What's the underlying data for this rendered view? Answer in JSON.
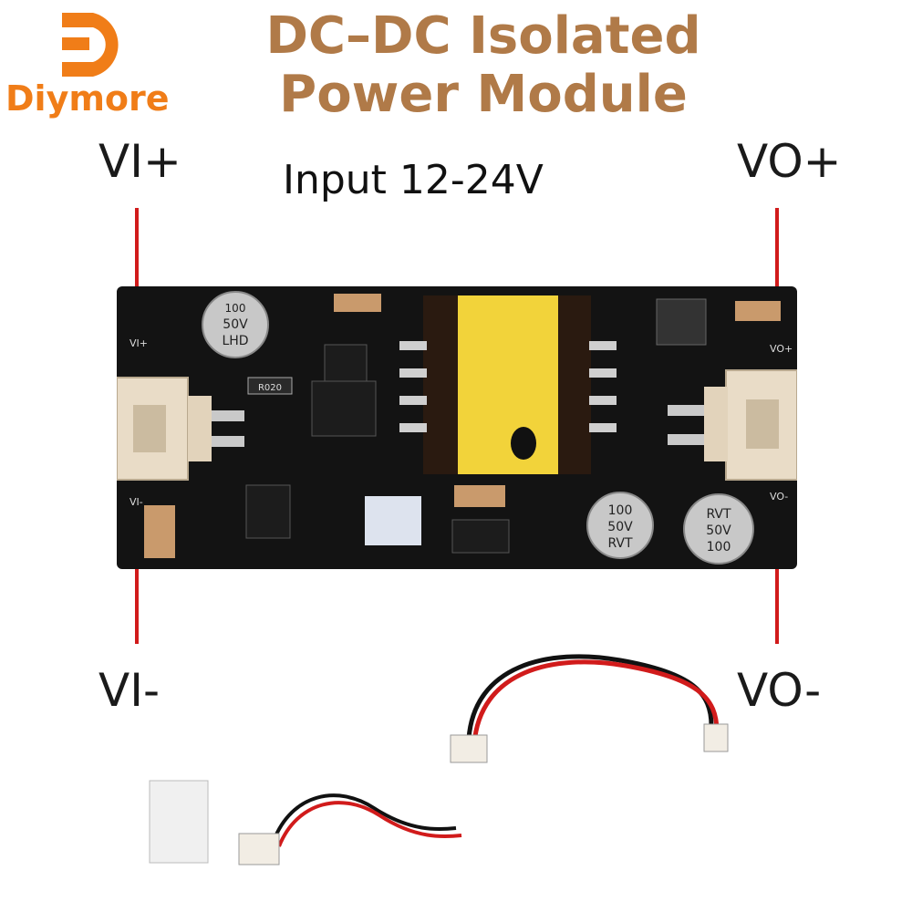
{
  "brand": {
    "name": "Diymore",
    "color": "#f07d18"
  },
  "title": {
    "line1": "DC–DC Isolated",
    "line2": "Power Module",
    "color": "#b07a48"
  },
  "pins": {
    "vi_plus": "VI+",
    "vo_plus": "VO+",
    "vi_minus": "VI-",
    "vo_minus": "VO-"
  },
  "input_range": "Input 12-24V",
  "board_markings": {
    "cap_input": [
      "100",
      "50V",
      "LHD"
    ],
    "cap_out1": [
      "100",
      "50V",
      "RVT"
    ],
    "cap_out2": [
      "RVT",
      "50V",
      "100"
    ],
    "resistor": "R020",
    "silk_vi_plus": "VI+",
    "silk_vi_minus": "VI-",
    "silk_vo_plus": "VO+",
    "silk_vo_minus": "VO-"
  },
  "colors": {
    "lead_line": "#d11b1b",
    "pcb": "#111111",
    "transformer": "#f2d33a",
    "connector": "#e9dcc7"
  }
}
